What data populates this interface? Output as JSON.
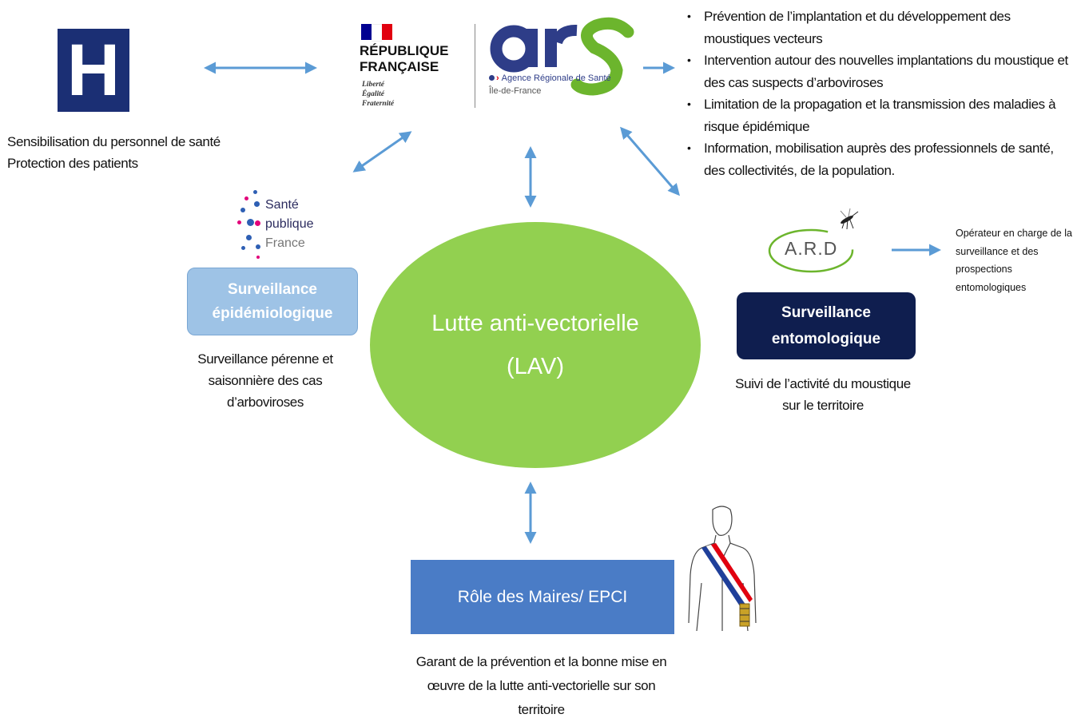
{
  "hospital": {
    "sign_letter": "H",
    "caption_lines": [
      "Sensibilisation du personnel de santé",
      "Protection des patients"
    ]
  },
  "republique_francaise": {
    "title_line1": "RÉPUBLIQUE",
    "title_line2": "FRANÇAISE",
    "motto": [
      "Liberté",
      "Égalité",
      "Fraternité"
    ],
    "flag_colors": [
      "#000091",
      "#ffffff",
      "#e1000f"
    ]
  },
  "ars": {
    "logo_word": "ars",
    "agency_name": "Agence Régionale de Santé",
    "region": "Île-de-France",
    "colors": {
      "blue": "#2e3d88",
      "green": "#6cb52d",
      "red": "#e1000f"
    },
    "missions": [
      "Prévention de l’implantation et du développement des moustiques vecteurs",
      "Intervention autour des nouvelles implantations du moustique et des cas suspects d’arboviroses",
      "Limitation de la propagation et la transmission des maladies à risque épidémique",
      "Information, mobilisation auprès des professionnels de santé, des collectivités, de la population."
    ]
  },
  "sante_publique_france": {
    "logo_lines": [
      "Santé",
      "publique",
      "France"
    ],
    "box_label_line1": "Surveillance",
    "box_label_line2": "épidémiologique",
    "box_color": "#9ec3e6",
    "caption_lines": [
      "Surveillance pérenne et",
      "saisonnière des cas",
      "d’arboviroses"
    ]
  },
  "center": {
    "label_line1": "Lutte anti-vectorielle",
    "label_line2": "(LAV)",
    "color": "#92d050"
  },
  "ard": {
    "logo_text": "A.R.D",
    "side_caption": "Opérateur en charge de la surveillance et des prospections entomologiques",
    "box_label_line1": "Surveillance",
    "box_label_line2": "entomologique",
    "box_color": "#0f1e4f",
    "caption_lines": [
      "Suivi de l’activité du moustique",
      "sur le territoire"
    ]
  },
  "maires": {
    "box_label": "Rôle des Maires/ EPCI",
    "box_color": "#4a7cc6",
    "caption_lines": [
      "Garant de la prévention et la bonne mise en",
      "œuvre de la lutte anti-vectorielle sur son",
      "territoire"
    ]
  },
  "icons": {
    "hospital": "hospital-sign-icon",
    "mosquito": "mosquito-icon",
    "mayor": "mayor-sash-icon",
    "arrow_color": "#5b9bd5"
  }
}
